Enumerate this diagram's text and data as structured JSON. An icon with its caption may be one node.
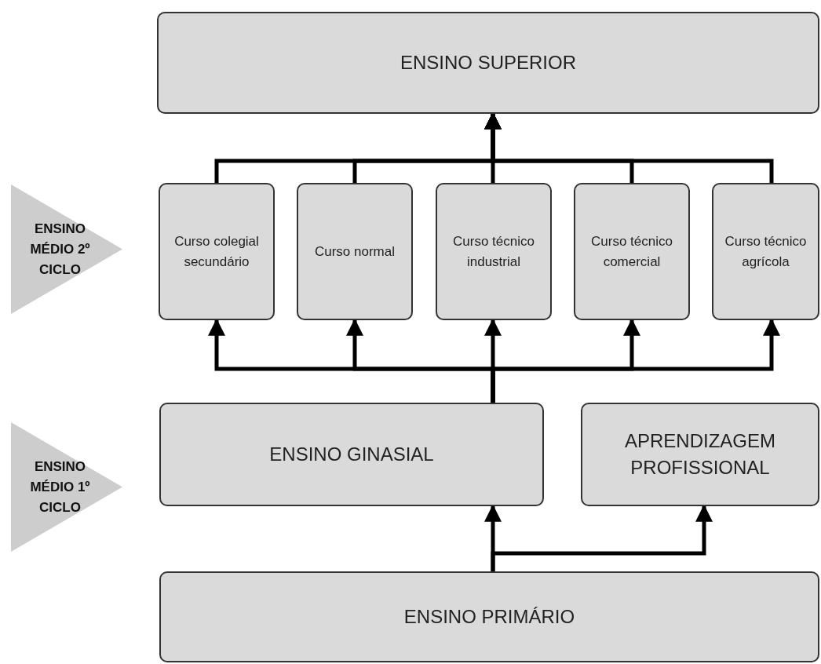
{
  "diagram": {
    "nodes": [
      {
        "text": [
          "ENSINO SUPERIOR"
        ]
      },
      {
        "text": [
          "Curso colegial secundário"
        ]
      },
      {
        "text": [
          "Curso normal"
        ]
      },
      {
        "text": [
          "Curso técnico industrial"
        ]
      },
      {
        "text": [
          "Curso técnico comercial"
        ]
      },
      {
        "text": [
          "Curso técnico agrícola"
        ]
      },
      {
        "text": [
          "ENSINO GINASIAL"
        ]
      },
      {
        "text": [
          "APRENDIZAGEM PROFISSIONAL"
        ]
      },
      {
        "text": [
          "ENSINO PRIMÁRIO"
        ]
      },
      {
        "text": [
          "ENSINO MÉDIO 2º CICLO"
        ]
      },
      {
        "text": [
          "ENSINO MÉDIO 1º CICLO"
        ]
      }
    ],
    "edges": [
      {
        "from": 1,
        "to": 0,
        "arrow": "to"
      },
      {
        "from": 2,
        "to": 0,
        "arrow": "to"
      },
      {
        "from": 3,
        "to": 0,
        "arrow": "to"
      },
      {
        "from": 4,
        "to": 0,
        "arrow": "to"
      },
      {
        "from": 5,
        "to": 0,
        "arrow": "to"
      },
      {
        "from": 6,
        "to": 1,
        "arrow": "to"
      },
      {
        "from": 6,
        "to": 2,
        "arrow": "to"
      },
      {
        "from": 6,
        "to": 3,
        "arrow": "to"
      },
      {
        "from": 6,
        "to": 4,
        "arrow": "to"
      },
      {
        "from": 6,
        "to": 5,
        "arrow": "to"
      },
      {
        "from": 8,
        "to": 6,
        "arrow": "to"
      },
      {
        "from": 8,
        "to": 7,
        "arrow": "to"
      }
    ]
  }
}
